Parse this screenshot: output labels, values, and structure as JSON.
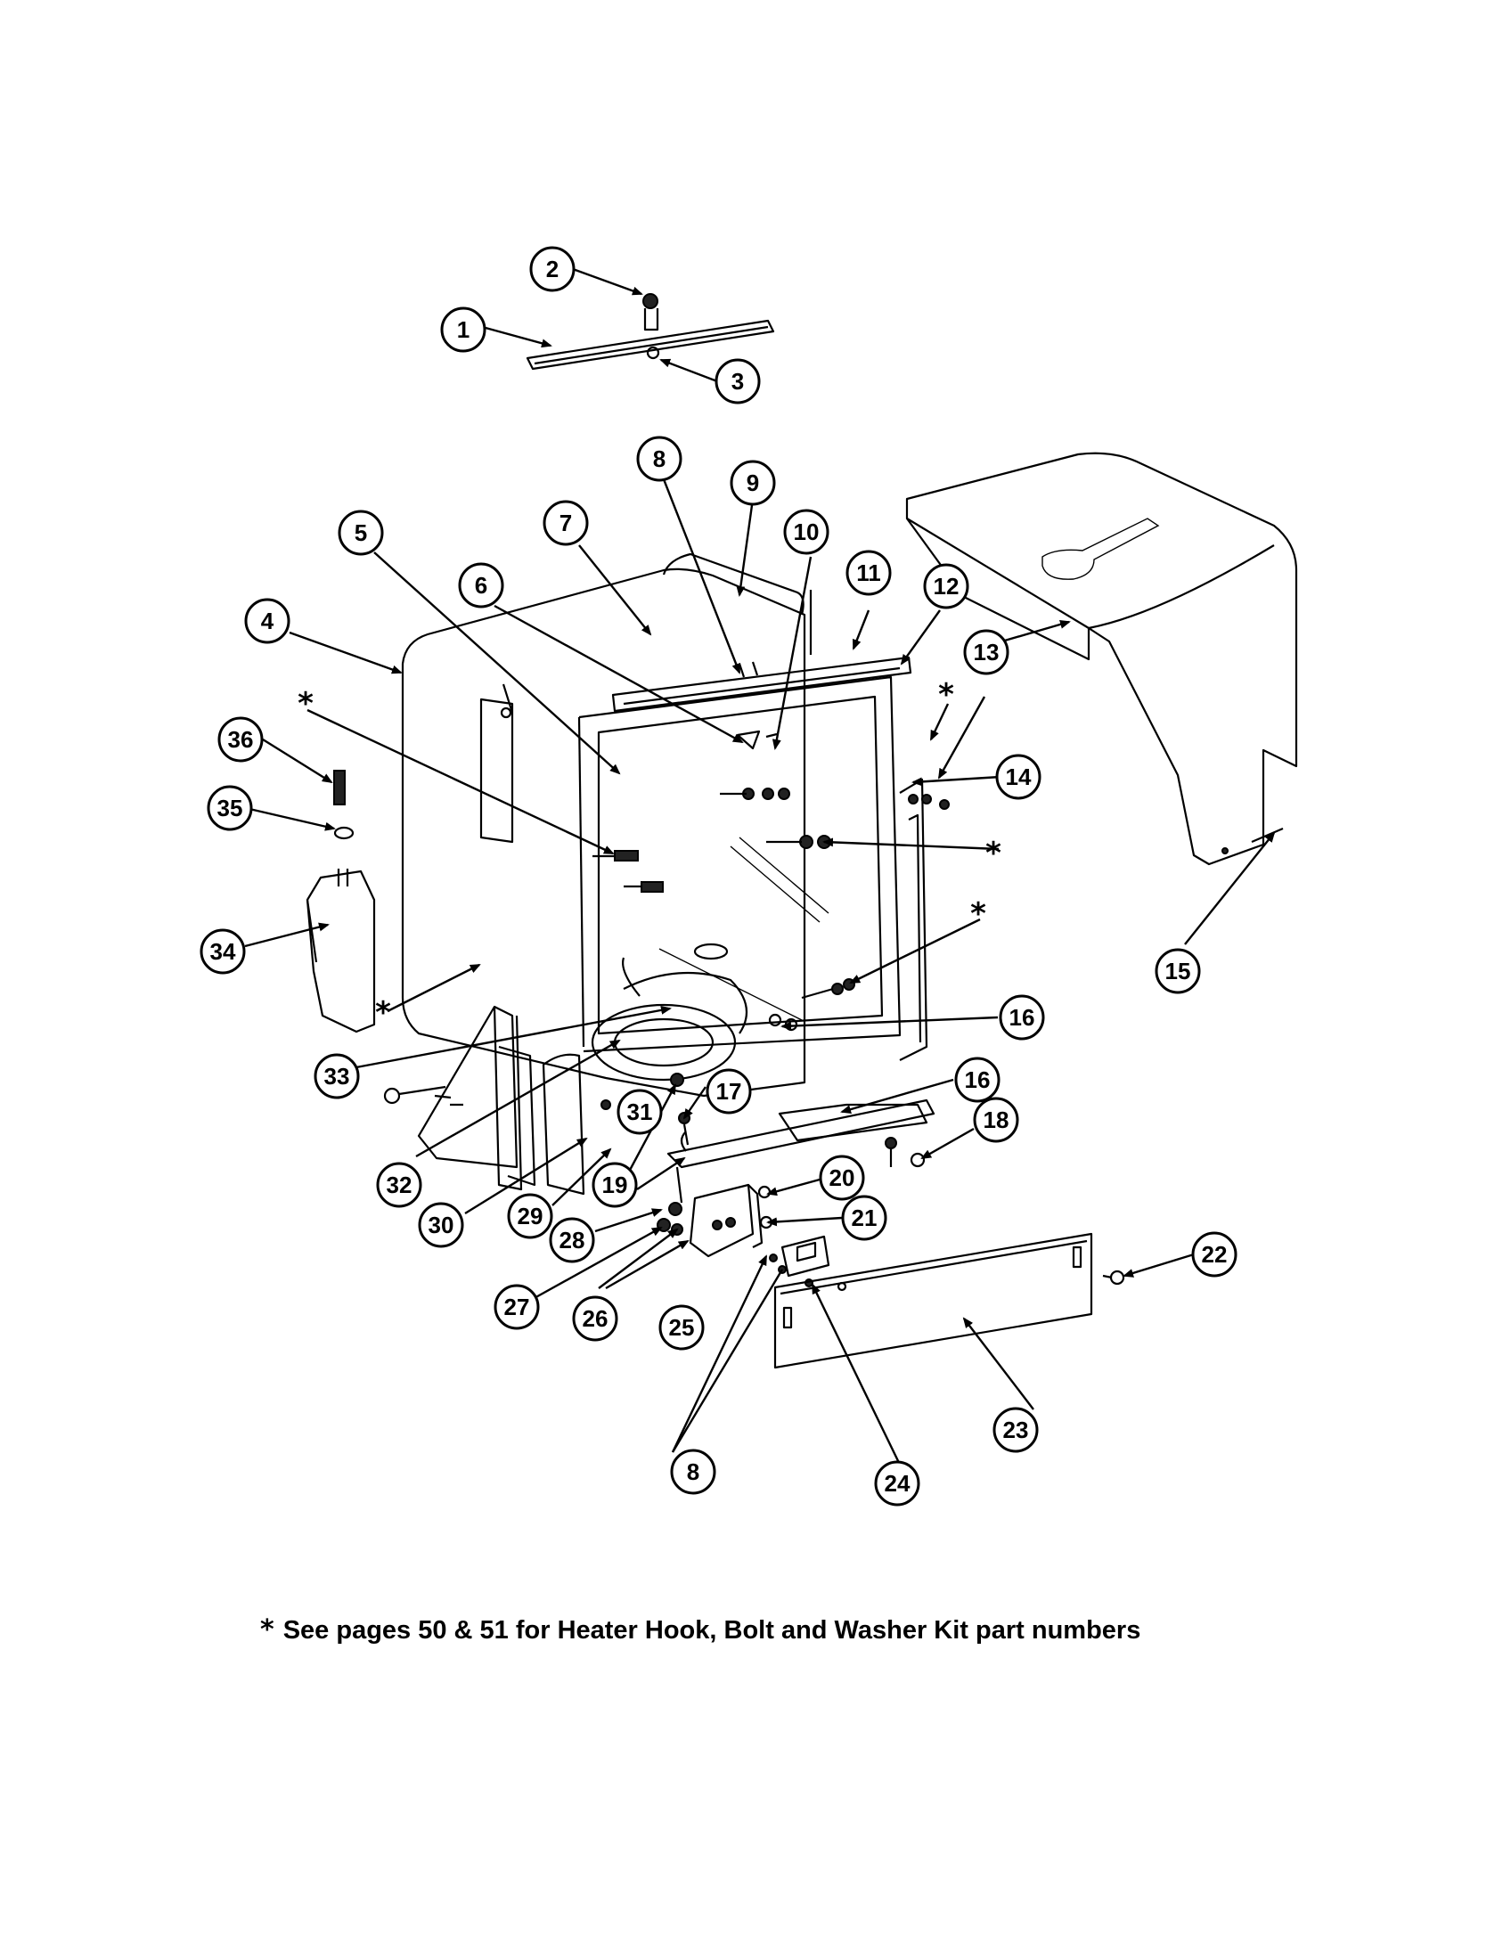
{
  "diagram": {
    "callouts": [
      "1",
      "2",
      "3",
      "4",
      "5",
      "6",
      "7",
      "8",
      "9",
      "10",
      "11",
      "12",
      "13",
      "14",
      "15",
      "16",
      "16",
      "17",
      "18",
      "19",
      "20",
      "21",
      "22",
      "23",
      "24",
      "25",
      "26",
      "27",
      "28",
      "29",
      "30",
      "31",
      "32",
      "33",
      "34",
      "35",
      "36",
      "8"
    ],
    "star_marker": "*"
  },
  "footnote": {
    "marker": "*",
    "text": "See pages 50 & 51 for Heater Hook, Bolt and Washer Kit part numbers"
  }
}
